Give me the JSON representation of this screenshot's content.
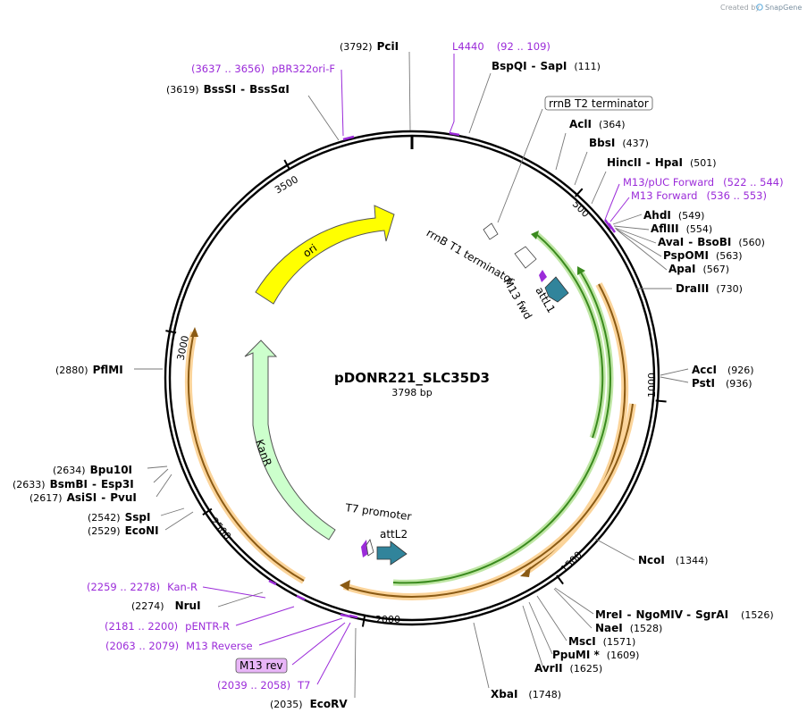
{
  "watermark": {
    "prefix": "Created by",
    "brand": "SnapGene"
  },
  "plasmid": {
    "name": "pDONR221_SLC35D3",
    "size": "3798 bp"
  },
  "ticks": [
    "500",
    "1000",
    "1500",
    "2000",
    "2500",
    "3000",
    "3500"
  ],
  "features": {
    "ori": "ori",
    "kanr": "KanR",
    "rrnb_t1": "rrnB T1 terminator",
    "m13_fwd": "M13 fwd",
    "attl1": "attL1",
    "t7_promoter": "T7 promoter",
    "attl2": "attL2",
    "rrnb_t2": "rrnB T2 terminator",
    "m13_rev_box": "M13 rev"
  },
  "sites": [
    {
      "pos": "(3792)",
      "name": "PciI"
    },
    {
      "name": "BspQI",
      "sep": "-",
      "name2": "SapI",
      "pos": "(111)"
    },
    {
      "pos": "(3619)",
      "name": "BssSI",
      "sep": "-",
      "name2": "BssSαI"
    },
    {
      "name": "AclI",
      "pos": "(364)"
    },
    {
      "name": "BbsI",
      "pos": "(437)"
    },
    {
      "name": "HincII",
      "sep": "-",
      "name2": "HpaI",
      "pos": "(501)"
    },
    {
      "name": "AhdI",
      "pos": "(549)"
    },
    {
      "name": "AflIII",
      "pos": "(554)"
    },
    {
      "name": "AvaI",
      "sep": "-",
      "name2": "BsoBI",
      "pos": "(560)"
    },
    {
      "name": "PspOMI",
      "pos": "(563)"
    },
    {
      "name": "ApaI",
      "pos": "(567)"
    },
    {
      "name": "DraIII",
      "pos": "(730)"
    },
    {
      "name": "AccI",
      "pos": "(926)"
    },
    {
      "name": "PstI",
      "pos": "(936)"
    },
    {
      "pos": "(2880)",
      "name": "PflMI"
    },
    {
      "pos": "(2634)",
      "name": "Bpu10I"
    },
    {
      "pos": "(2633)",
      "name": "BsmBI",
      "sep": "-",
      "name2": "Esp3I"
    },
    {
      "pos": "(2617)",
      "name": "AsiSI",
      "sep": "-",
      "name2": "PvuI"
    },
    {
      "pos": "(2542)",
      "name": "SspI"
    },
    {
      "pos": "(2529)",
      "name": "EcoNI"
    },
    {
      "name": "NcoI",
      "pos": "(1344)"
    },
    {
      "name": "MreI",
      "sep": "-",
      "name2": "NgoMIV",
      "sep2": "-",
      "name3": "SgrAI",
      "pos": "(1526)"
    },
    {
      "name": "NaeI",
      "pos": "(1528)"
    },
    {
      "name": "MscI",
      "pos": "(1571)"
    },
    {
      "name": "PpuMI *",
      "pos": "(1609)"
    },
    {
      "name": "AvrII",
      "pos": "(1625)"
    },
    {
      "name": "XbaI",
      "pos": "(1748)"
    },
    {
      "pos": "(2274)",
      "name": "NruI"
    },
    {
      "pos": "(2035)",
      "name": "EcoRV"
    }
  ],
  "primers": [
    {
      "name": "L4440",
      "range": "(92 .. 109)"
    },
    {
      "range": "(3637 .. 3656)",
      "name": "pBR322ori-F"
    },
    {
      "name": "M13/pUC Forward",
      "range": "(522 .. 544)"
    },
    {
      "name": "M13 Forward",
      "range": "(536 .. 553)"
    },
    {
      "range": "(2259 .. 2278)",
      "name": "Kan-R"
    },
    {
      "range": "(2181 .. 2200)",
      "name": "pENTR-R"
    },
    {
      "range": "(2063 .. 2079)",
      "name": "M13 Reverse"
    },
    {
      "range": "(2039 .. 2058)",
      "name": "T7"
    }
  ],
  "colors": {
    "backbone": "#000000",
    "ori": "#ffff00",
    "kanr": "#ccffcc",
    "att": "#31849b",
    "primer": "#9b2bd9",
    "orf_orange": "#f7b35c",
    "orf_green": "#7cc846"
  }
}
